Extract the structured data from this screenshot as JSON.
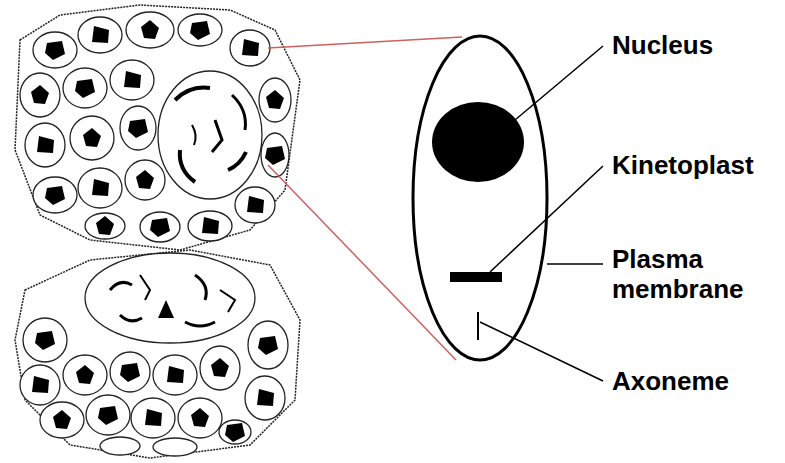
{
  "diagram": {
    "labels": [
      "Nucleus",
      "Kinetoplast",
      "Plasma membrane",
      "Axoneme"
    ]
  }
}
